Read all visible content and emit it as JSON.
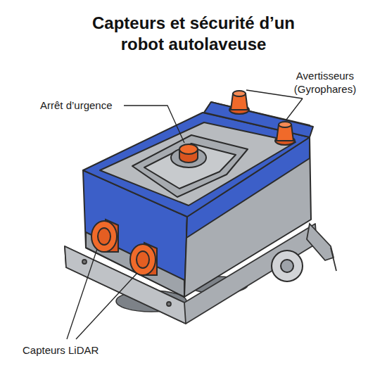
{
  "diagram": {
    "title": "Capteurs et sécurité d’un robot autolaveuse",
    "labels": [
      "Avertisseurs (Gyrophares)",
      "Arrêt d’urgence",
      "Capteurs LiDAR"
    ]
  }
}
